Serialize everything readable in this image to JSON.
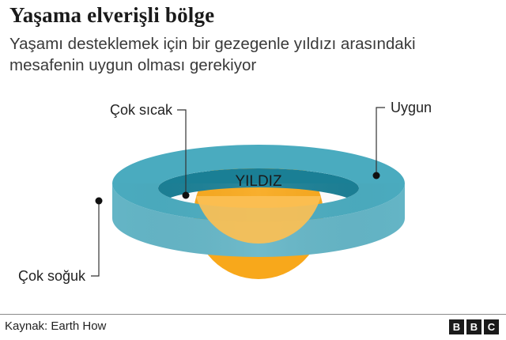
{
  "header": {
    "title": "Yaşama elverişli bölge",
    "subtitle": "Yaşamı desteklemek için bir gezegenle yıldızı arasındaki mesafenin uygun olması gerekiyor"
  },
  "diagram": {
    "star_label": "YILDIZ",
    "labels": {
      "too_hot": "Çok sıcak",
      "just_right": "Uygun",
      "too_cold": "Çok soğuk"
    },
    "colors": {
      "ring_top": "#4aabbf",
      "ring_inner": "#1a7f95",
      "ring_side": "#64b5c6",
      "star": "#f8a81b",
      "star_front": "#fbbf54"
    }
  },
  "footer": {
    "source": "Kaynak: Earth How",
    "logo": [
      "B",
      "B",
      "C"
    ]
  }
}
